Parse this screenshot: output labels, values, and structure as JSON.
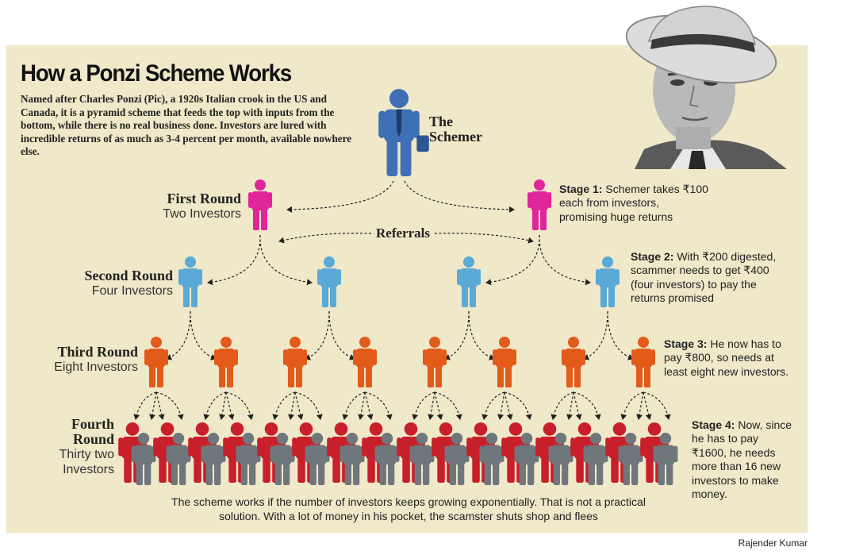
{
  "title": "How a Ponzi Scheme Works",
  "intro": "Named after Charles Ponzi (Pic), a 1920s Italian crook in the US and Canada, it is a pyramid scheme that feeds the top with inputs from the bottom, while there is no real business done. Investors are lured with incredible returns of as much as 3-4 percent per month, available nowhere else.",
  "schemer_label": "The Schemer",
  "referrals_label": "Referrals",
  "rounds": [
    {
      "title": "First Round",
      "subtitle": "Two Investors"
    },
    {
      "title": "Second Round",
      "subtitle": "Four Investors"
    },
    {
      "title": "Third Round",
      "subtitle": "Eight Investors"
    },
    {
      "title_line1": "Fourth",
      "title_line2": "Round",
      "subtitle_line1": "Thirty two",
      "subtitle_line2": "Investors"
    }
  ],
  "stages": [
    {
      "label": "Stage 1:",
      "text": " Schemer takes ₹100 each from investors, promising huge returns"
    },
    {
      "label": "Stage 2:",
      "text": " With ₹200 digested, scammer needs to get ₹400 (four investors) to pay the returns promised"
    },
    {
      "label": "Stage 3:",
      "text": " He now has to pay ₹800, so needs at least eight new investors."
    },
    {
      "label": "Stage 4:",
      "text": " Now, since he has to pay ₹1600, he needs more than 16 new investors to make money."
    }
  ],
  "footer": "The scheme works if the number of investors keeps growing exponentially. That is not a practical solution. With a lot of money in his pocket, the scamster shuts shop and flees",
  "credit": "Rajender Kumar",
  "colors": {
    "background": "#efe8c9",
    "schemer": "#3f6fb5",
    "round1": "#e0269a",
    "round2": "#5aa9d6",
    "round3": "#e25b1b",
    "round4_red": "#c8202b",
    "round4_grey": "#6f777d"
  },
  "icons": [
    "schemer-figure-icon",
    "investor-figure-icon",
    "dashed-arrow-icon",
    "portrait-photo"
  ]
}
